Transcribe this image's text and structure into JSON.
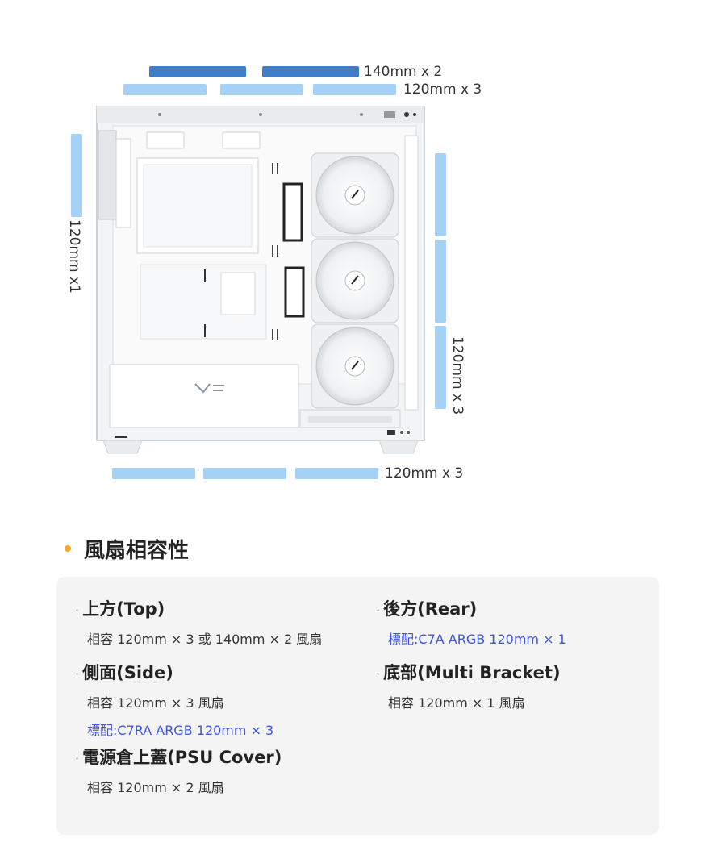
{
  "labels": {
    "top_140": "140mm x 2",
    "top_120": "120mm x 3",
    "side": "120mm x1",
    "rear": "120mm x 3",
    "bottom": "120mm x 3"
  },
  "colors": {
    "bar_dark": "#3f7ec6",
    "bar_light": "#a7d0f5",
    "bullet_accent": "#f5a623",
    "spec_blue": "#3e55d6",
    "panel_bg": "#f4f4f4"
  },
  "section": {
    "title": "風扇相容性"
  },
  "specs": {
    "top": {
      "title": "上方(Top)",
      "lines": [
        "相容 120mm × 3 或 140mm × 2 風扇"
      ]
    },
    "side": {
      "title": "側面(Side)",
      "lines": [
        "相容 120mm × 3 風扇"
      ],
      "stock": "標配:C7RA ARGB 120mm × 3"
    },
    "psu": {
      "title": "電源倉上蓋(PSU Cover)",
      "lines": [
        "相容 120mm × 2 風扇"
      ]
    },
    "rear": {
      "title": "後方(Rear)",
      "stock": "標配:C7A ARGB 120mm × 1"
    },
    "bottom": {
      "title": "底部(Multi Bracket)",
      "lines": [
        "相容 120mm × 1 風扇"
      ]
    }
  }
}
